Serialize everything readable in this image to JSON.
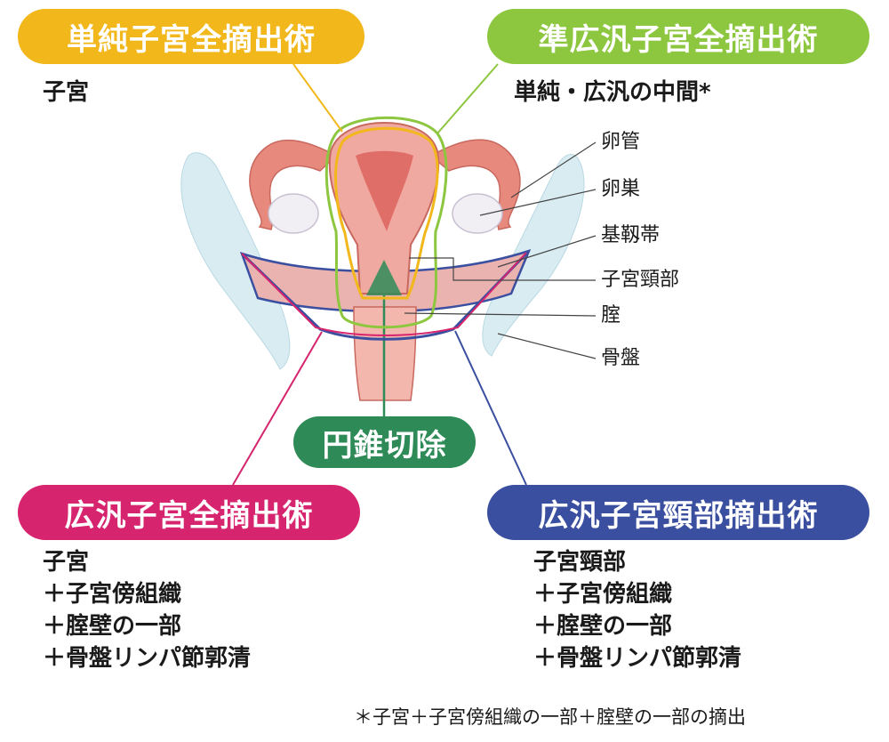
{
  "colors": {
    "simple": "#f2b71b",
    "semi": "#8dc63f",
    "radical": "#d6246e",
    "trachelectomy": "#3b4fa0",
    "conization": "#2e8b57"
  },
  "procedures": {
    "simple": {
      "title": "単純子宮全摘出術",
      "lines": [
        "子宮"
      ]
    },
    "semi": {
      "title": "準広汎子宮全摘出術",
      "lines": [
        "単純・広汎の中間*"
      ]
    },
    "conization": {
      "title": "円錐切除"
    },
    "radical": {
      "title": "広汎子宮全摘出術",
      "lines": [
        "子宮",
        "＋子宮傍組織",
        "＋腟壁の一部",
        "＋骨盤リンパ節郭清"
      ]
    },
    "trachelectomy": {
      "title": "広汎子宮頸部摘出術",
      "lines": [
        "子宮頸部",
        "＋子宮傍組織",
        "＋腟壁の一部",
        "＋骨盤リンパ節郭清"
      ]
    }
  },
  "anatomy_labels": [
    "卵管",
    "卵巣",
    "基靱帯",
    "子宮頸部",
    "腟",
    "骨盤"
  ],
  "footnote": "＊子宮＋子宮傍組織の一部＋腟壁の一部の摘出"
}
